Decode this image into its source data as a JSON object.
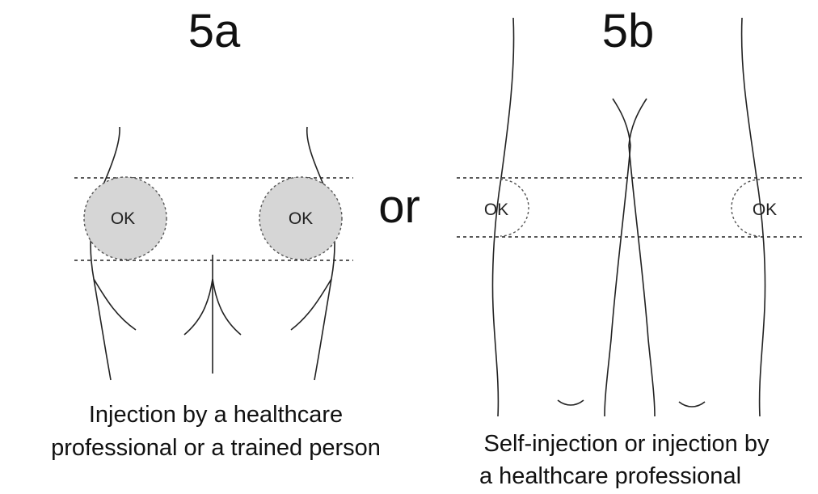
{
  "panel_a": {
    "title": "5a",
    "zone_left_label": "OK",
    "zone_right_label": "OK",
    "caption_line1": "Injection by a healthcare",
    "caption_line2": "professional or a trained person",
    "zone_fill_color": "#d6d6d6"
  },
  "separator": "or",
  "panel_b": {
    "title": "5b",
    "zone_left_label": "OK",
    "zone_right_label": "OK",
    "caption_line1": "Self-injection or injection by",
    "caption_line2": "a healthcare professional"
  }
}
